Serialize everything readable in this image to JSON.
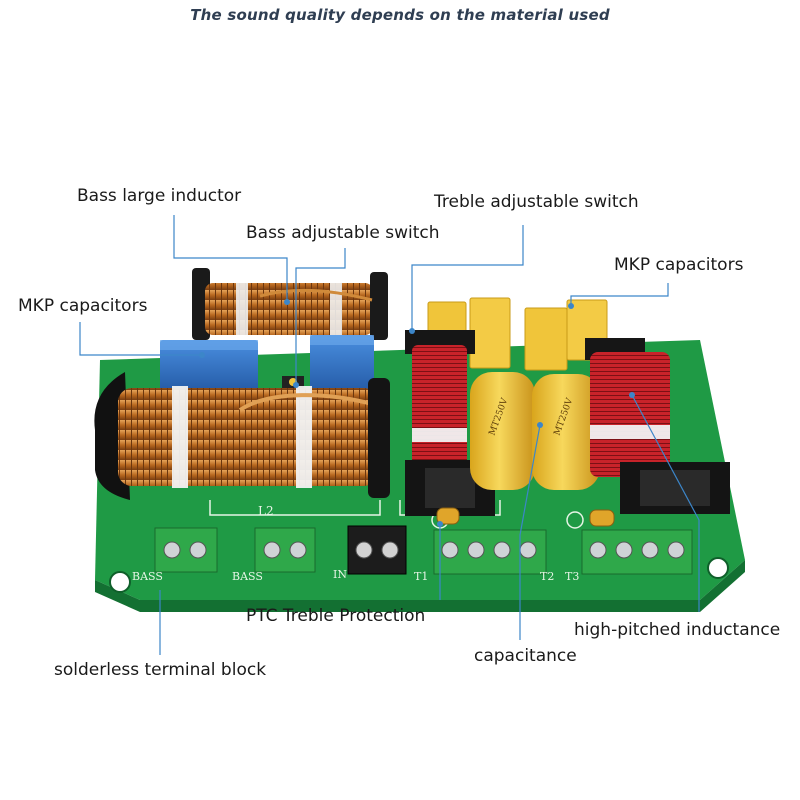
{
  "headline": "The sound quality depends on the material used",
  "callouts": {
    "bass_large_inductor": "Bass large inductor",
    "bass_adjustable_switch": "Bass adjustable switch",
    "treble_adjustable_switch": "Treble adjustable switch",
    "mkp_capacitors_right": "MKP capacitors",
    "mkp_capacitors_left": "MKP capacitors",
    "ptc_treble_protection": "PTC Treble Protection",
    "solderless_terminal_block": "solderless terminal block",
    "capacitance": "capacitance",
    "high_pitched_inductance": "high-pitched inductance"
  },
  "board_markings": {
    "l2": "L2",
    "bass1": "BASS",
    "bass2": "BASS",
    "input": "IN",
    "t1": "T1",
    "t2": "T2",
    "t3": "T3",
    "cap_text_1": "MT250V",
    "cap_text_2": "MT250V"
  },
  "colors": {
    "pcb": "#1e9a44",
    "copper": "#c27a2c",
    "red_coil": "#c8232a",
    "blue_cap": "#2f74c8",
    "yellow_cap": "#f0c53a",
    "leader_line": "#3c86c9",
    "terminal": "#2fa84a"
  }
}
